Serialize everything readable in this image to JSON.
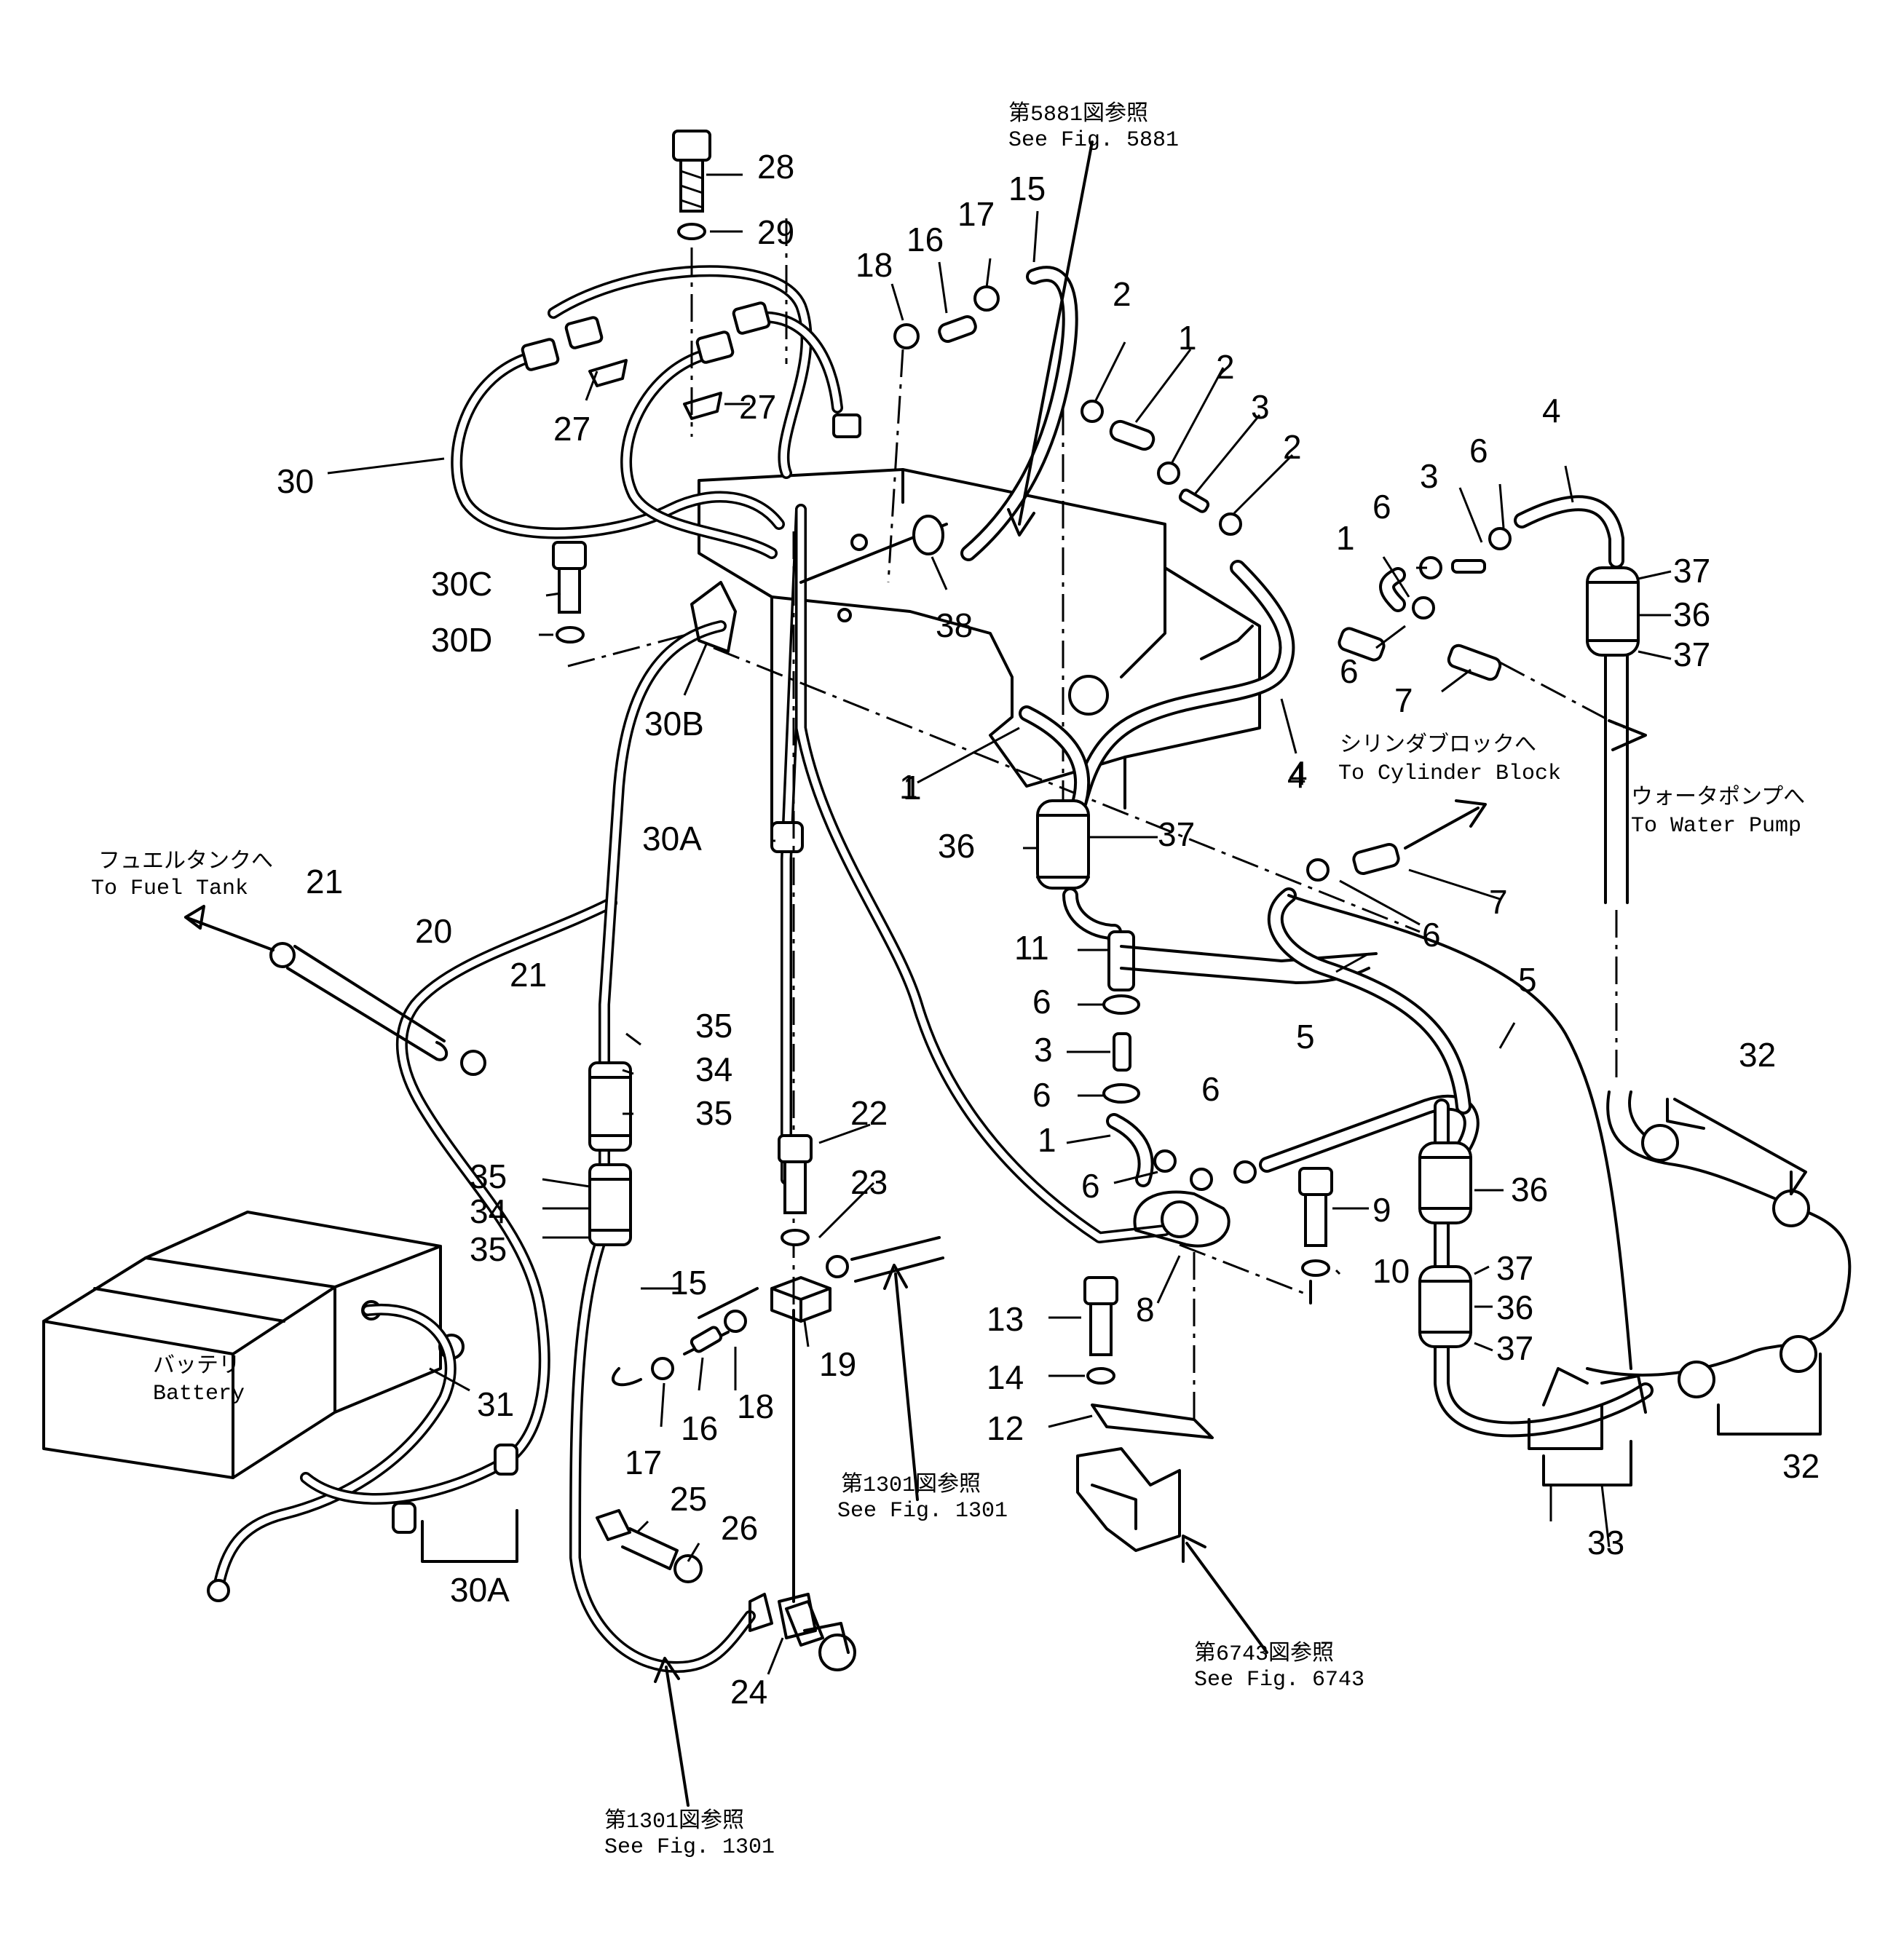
{
  "diagram": {
    "annotations": {
      "fig5881_jp": "第5881図参照",
      "fig5881_en": "See Fig. 5881",
      "fig1301a_jp": "第1301図参照",
      "fig1301a_en": "See Fig. 1301",
      "fig1301b_jp": "第1301図参照",
      "fig1301b_en": "See Fig. 1301",
      "fig6743_jp": "第6743図参照",
      "fig6743_en": "See Fig. 6743",
      "fuel_jp": "フュエルタンクへ",
      "fuel_en": "To Fuel Tank",
      "cyl_jp": "シリンダブロックへ",
      "cyl_en": "To Cylinder Block",
      "pump_jp": "ウォータポンプへ",
      "pump_en": "To Water Pump",
      "battery_jp": "バッテリ",
      "battery_en": "Battery"
    },
    "part_numbers": [
      "28",
      "29",
      "18",
      "16",
      "17",
      "15",
      "2",
      "1",
      "2",
      "3",
      "2",
      "4",
      "30",
      "27",
      "27",
      "30C",
      "30D",
      "38",
      "30B",
      "4",
      "1",
      "6",
      "3",
      "6",
      "37",
      "36",
      "37",
      "1",
      "6",
      "7",
      "4",
      "1",
      "36",
      "37",
      "30A",
      "7",
      "6",
      "11",
      "6",
      "3",
      "6",
      "1",
      "6",
      "21",
      "20",
      "21",
      "35",
      "34",
      "35",
      "35",
      "34",
      "35",
      "15",
      "22",
      "23",
      "19",
      "16",
      "18",
      "17",
      "31",
      "30A",
      "25",
      "26",
      "24",
      "8",
      "9",
      "10",
      "13",
      "14",
      "12",
      "5",
      "5",
      "6",
      "36",
      "37",
      "36",
      "37",
      "32",
      "32",
      "33"
    ]
  }
}
